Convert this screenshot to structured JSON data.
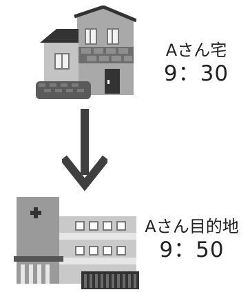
{
  "origin": {
    "label": "Aさん宅",
    "time": "9：30"
  },
  "destination": {
    "label": "Aさん目的地",
    "time": "9：50"
  },
  "icons": {
    "origin_icon": "house-icon",
    "arrow_icon": "arrow-down-icon",
    "destination_icon": "hospital-icon"
  },
  "colors": {
    "dark": "#333333",
    "mid": "#7d7d7d",
    "light": "#b8b8b8",
    "pale": "#e6e6e6",
    "arrow": "#3f3f3f"
  }
}
